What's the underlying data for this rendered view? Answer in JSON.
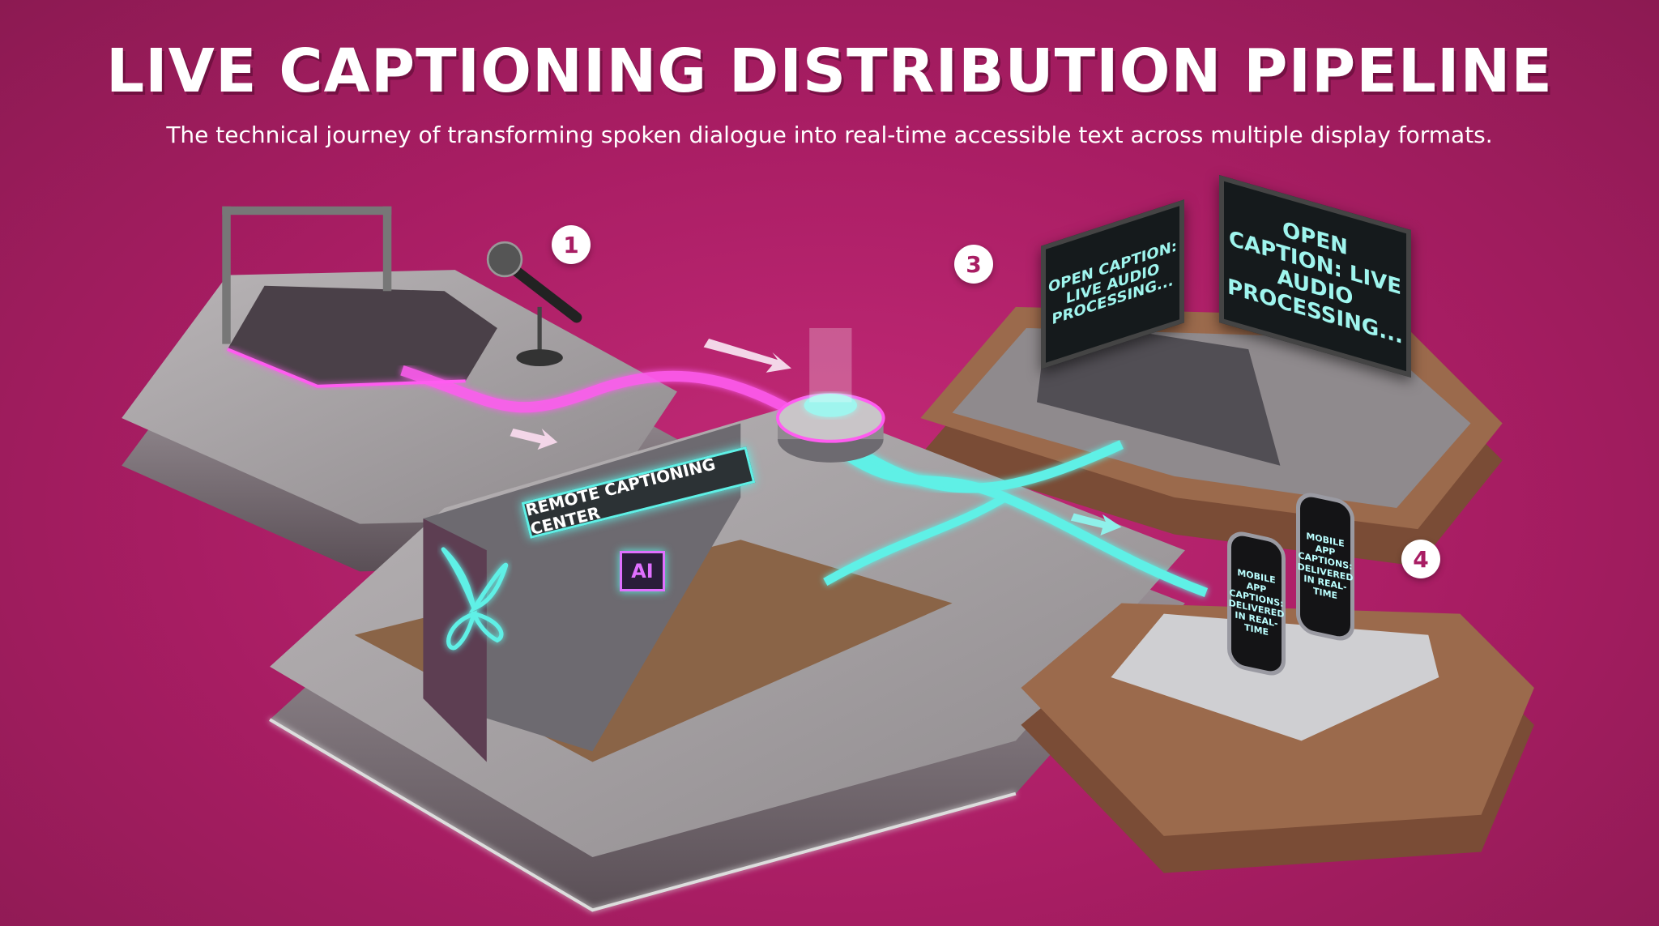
{
  "title": "LIVE CAPTIONING DISTRIBUTION PIPELINE",
  "subtitle": "The technical journey of transforming spoken dialogue into real-time accessible text across multiple display formats.",
  "colors": {
    "background": "#a81d63",
    "magenta_glow": "#ff5cf0",
    "cyan_glow": "#5ff0e6",
    "marker_text": "#a81d63"
  },
  "markers": [
    {
      "label": "1"
    },
    {
      "label": "3"
    },
    {
      "label": "4"
    }
  ],
  "stations": {
    "live_stage": {
      "icon": "microphone-icon"
    },
    "remote_center": {
      "sign": "REMOTE CAPTIONING CENTER",
      "chip": "AI",
      "icon": "butterfly-logo-icon"
    },
    "venue_screens": [
      {
        "text": "OPEN CAPTION: LIVE AUDIO PROCESSING..."
      },
      {
        "text": "OPEN CAPTION: LIVE AUDIO PROCESSING..."
      }
    ],
    "mobile_phones": [
      {
        "text": "MOBILE APP CAPTIONS: DELIVERED IN REAL-TIME"
      },
      {
        "text": "MOBILE APP CAPTIONS: DELIVERED IN REAL-TIME"
      }
    ]
  }
}
